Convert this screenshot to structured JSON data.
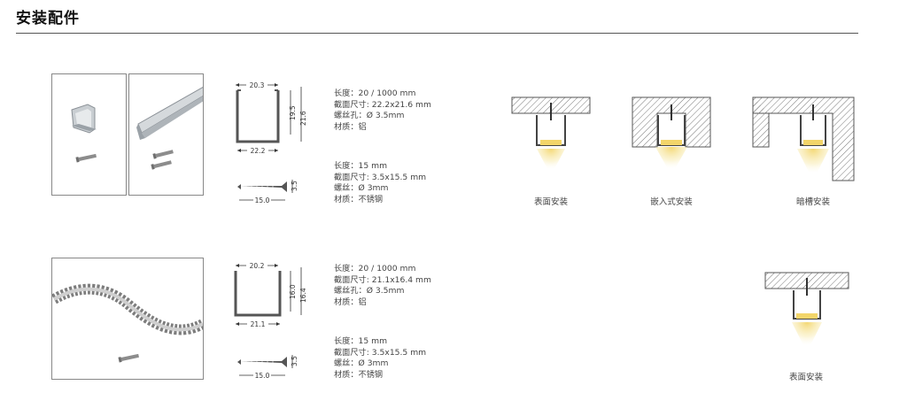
{
  "page": {
    "title": "安装配件"
  },
  "products": [
    {
      "profile": {
        "dims": {
          "top_width": "20.3",
          "bottom_width": "22.2",
          "inner_height": "19.5",
          "outer_height": "21.6"
        },
        "specs": [
          "长度：20 / 1000 mm",
          "截面尺寸: 22.2x21.6 mm",
          "螺丝孔：Ø 3.5mm",
          "材质：铝"
        ]
      },
      "screw": {
        "dims": {
          "length": "15.0",
          "diameter": "3.5"
        },
        "specs": [
          "长度：15 mm",
          "截面尺寸: 3.5x15.5 mm",
          "螺丝：Ø 3mm",
          "材质：不锈钢"
        ]
      },
      "installs": [
        "表面安装",
        "嵌入式安装",
        "暗槽安装"
      ]
    },
    {
      "profile": {
        "dims": {
          "top_width": "20.2",
          "bottom_width": "21.1",
          "inner_height": "16.0",
          "outer_height": "16.4"
        },
        "specs": [
          "长度：20 / 1000 mm",
          "截面尺寸: 21.1x16.4 mm",
          "螺丝孔：Ø 3.5mm",
          "材质：铝"
        ]
      },
      "screw": {
        "dims": {
          "length": "15.0",
          "diameter": "3.5"
        },
        "specs": [
          "长度：15 mm",
          "截面尺寸: 3.5x15.5 mm",
          "螺丝：Ø 3mm",
          "材质：不锈钢"
        ]
      },
      "installs": [
        "表面安装"
      ]
    }
  ],
  "colors": {
    "rule": "#555555",
    "light": "#f6e08a",
    "hatch": "#777777"
  }
}
